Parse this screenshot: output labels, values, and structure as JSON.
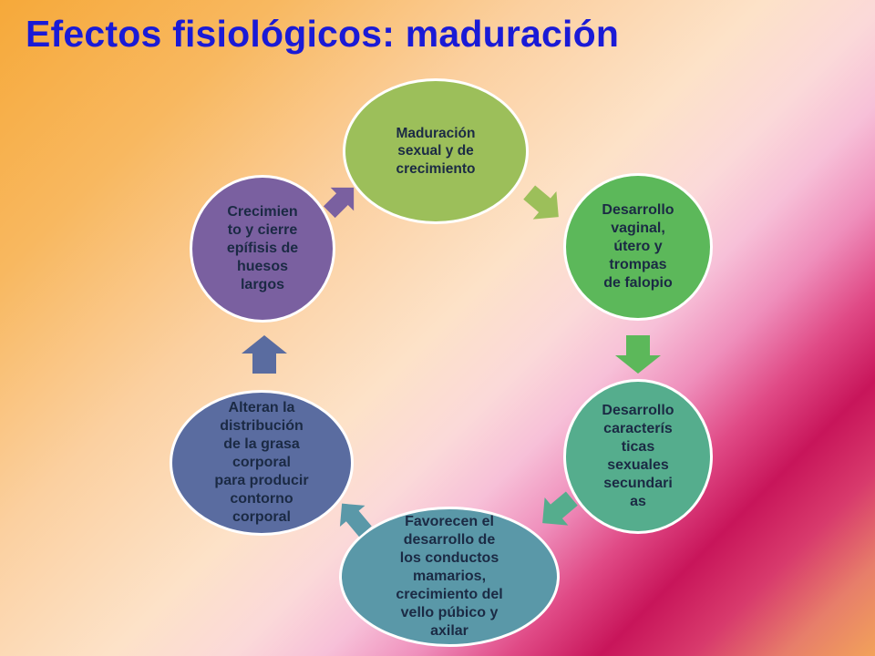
{
  "slide": {
    "title": "Efectos fisiológicos: maduración"
  },
  "cycle": {
    "nodes": [
      {
        "text": "Maduración\nsexual y de\ncrecimiento",
        "color": "#9cbf5a"
      },
      {
        "text": "Desarrollo\nvaginal,\nútero y\ntrompas\nde falopio",
        "color": "#5cb85a"
      },
      {
        "text": "Desarrollo\ncaracterís\nticas\nsexuales\nsecundari\nas",
        "color": "#55ad8d"
      },
      {
        "text": "Favorecen el\ndesarrollo de\nlos conductos\nmamarios,\ncrecimiento del\nvello púbico y\naxilar",
        "color": "#5a98a8"
      },
      {
        "text": "Alteran la\ndistribución\nde la grasa\ncorporal\npara producir\ncontorno\ncorporal",
        "color": "#5a6ca0"
      },
      {
        "text": "Crecimien\nto y cierre\nepífisis de\nhuesos\nlargos",
        "color": "#7a60a0"
      }
    ],
    "arrow_colors": [
      "#9cbf5a",
      "#5cb85a",
      "#55ad8d",
      "#5a98a8",
      "#5a6ca0",
      "#7a60a0"
    ]
  }
}
